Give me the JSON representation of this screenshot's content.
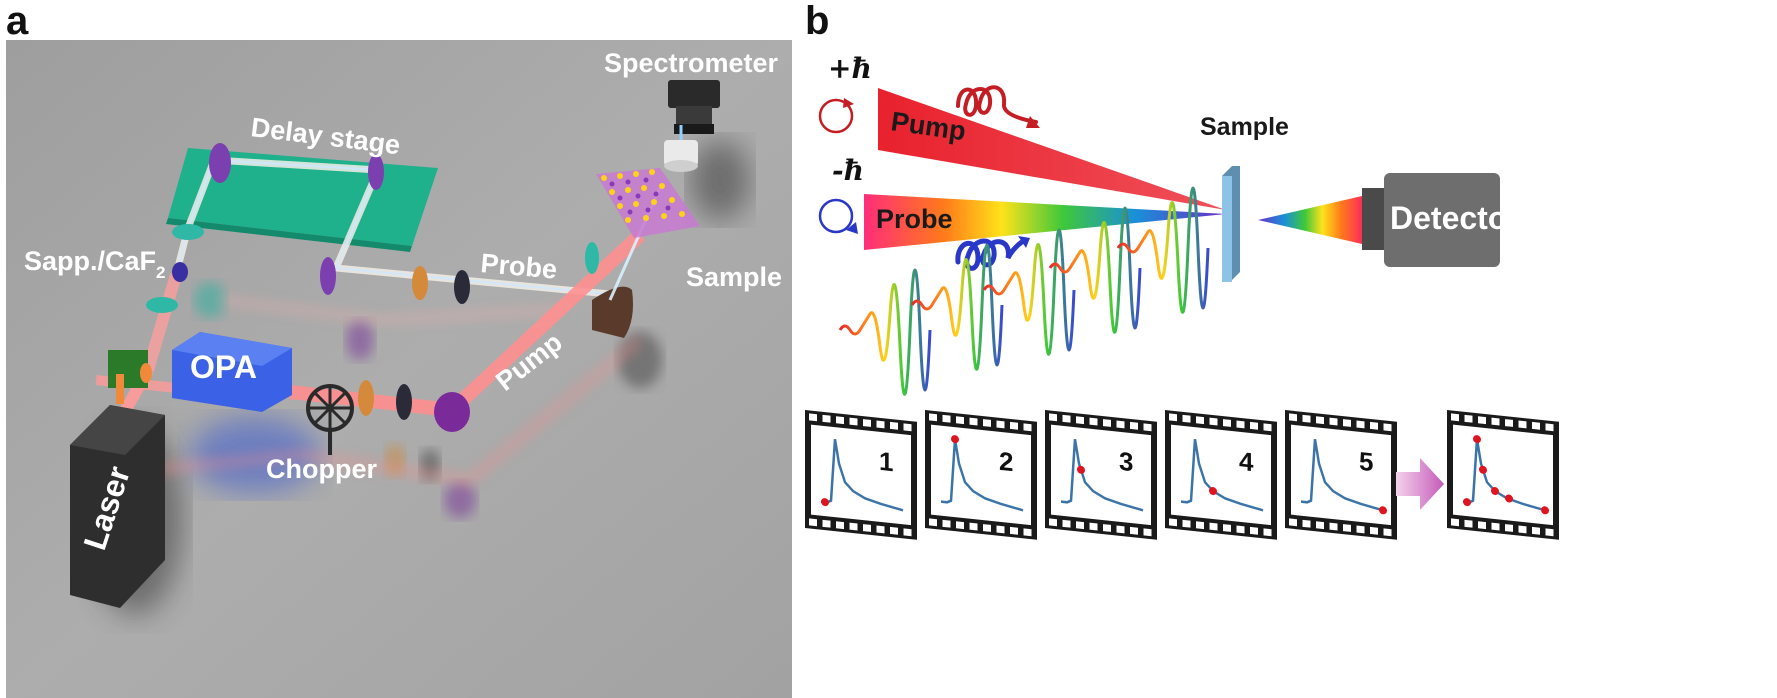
{
  "panel_a": {
    "letter": "a",
    "labels": {
      "spectrometer": "Spectrometer",
      "delay_stage": "Delay stage",
      "sapp_caf2": "Sapp./CaF",
      "sapp_caf2_sub": "2",
      "probe": "Probe",
      "sample": "Sample",
      "opa": "OPA",
      "pump": "Pump",
      "laser": "Laser",
      "chopper": "Chopper"
    }
  },
  "panel_b": {
    "letter": "b",
    "labels": {
      "plus_hbar": "+ħ",
      "minus_hbar": "-ħ",
      "pump": "Pump",
      "probe": "Probe",
      "sample": "Sample",
      "detector": "Detector"
    },
    "frames": [
      "1",
      "2",
      "3",
      "4",
      "5"
    ]
  },
  "colors": {
    "pump_red": "#e8262d",
    "probe_blue": "#2a38c8",
    "table_gray": "#a5a5a5",
    "opa_blue": "#3b62e6",
    "delay_green": "#1fb08c",
    "detector_gray": "#6e6e6e",
    "trace_blue": "#3b74a8",
    "dot_red": "#e0141e"
  }
}
